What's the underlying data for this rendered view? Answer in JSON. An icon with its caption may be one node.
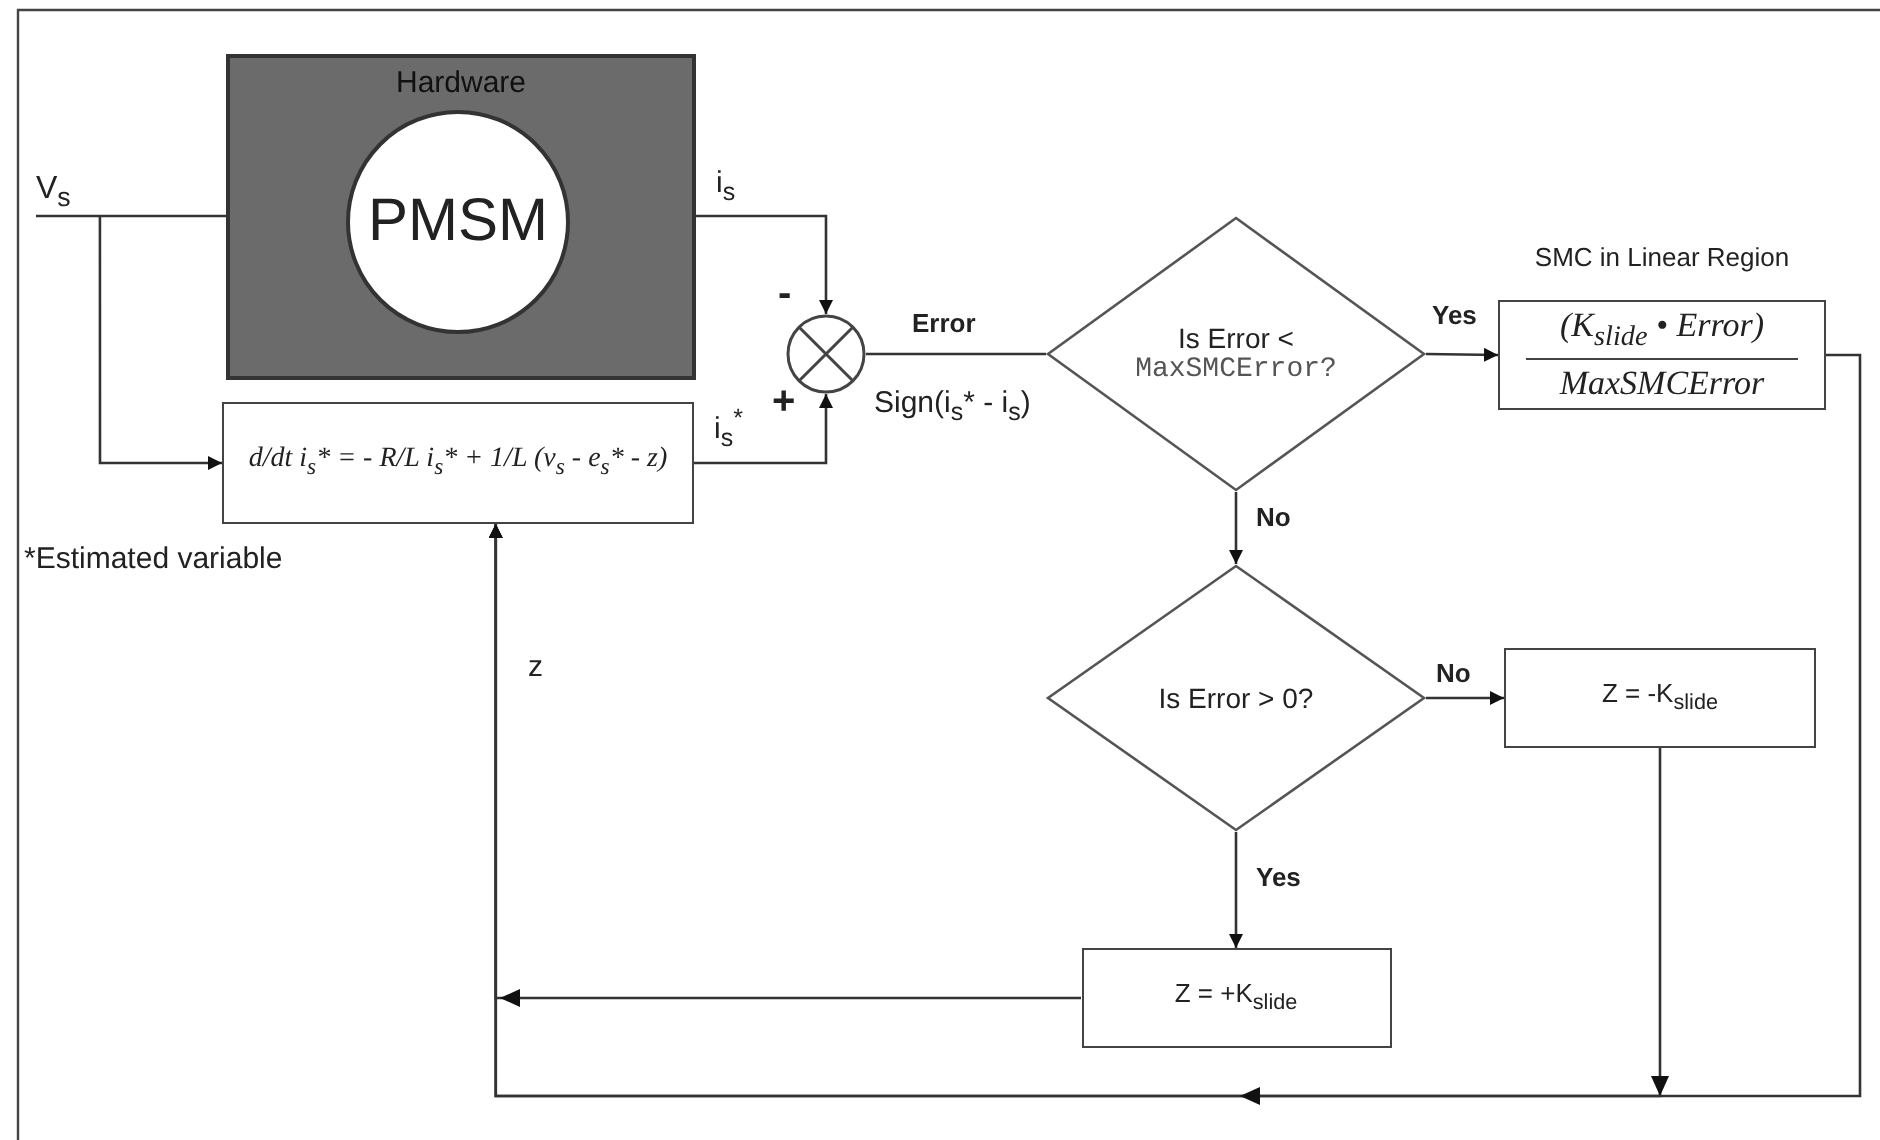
{
  "diagram": {
    "nodes": [
      {
        "text": [
          "V$_{s}$"
        ]
      },
      {
        "text": [
          "Hardware"
        ]
      },
      {
        "text": [
          "PMSM"
        ],
        "in": 1
      },
      {
        "text": [
          "d/dt i$_{s}$* = - R/L i$_{s}$* + 1/L (v$_{s}$ - e$_{s}$* - z)"
        ]
      },
      {
        "text": [],
        "shape": "circle",
        "beside": [
          "Sign(i$_{s}$* - i$_{s}$)"
        ]
      },
      {
        "text": [
          "Is Error <",
          "MaxSMCError?"
        ]
      },
      {
        "text": [
          "SMC in Linear Region",
          "(K$_{slide}$ • Error)",
          "MaxSMCError"
        ]
      },
      {
        "text": [
          "Is Error > 0?"
        ]
      },
      {
        "text": [
          "Z = -K$_{slide}$"
        ]
      },
      {
        "text": [
          "Z = +K$_{slide}$"
        ]
      }
    ],
    "edges": [
      {
        "from": 0,
        "to": 1,
        "arrow": "none"
      },
      {
        "from": 0,
        "to": 3,
        "arrow": "to"
      },
      {
        "from": 1,
        "to": 4,
        "arrow": "to",
        "label": "i$_{s}$"
      },
      {
        "from": 3,
        "to": 4,
        "arrow": "to",
        "label": "i$_{s}$$^{*}$"
      },
      {
        "from": 4,
        "to": 5,
        "arrow": "none",
        "label": "Error"
      },
      {
        "from": 5,
        "to": 6,
        "arrow": "to",
        "label": "Yes"
      },
      {
        "from": 5,
        "to": 7,
        "arrow": "to",
        "label": "No"
      },
      {
        "from": 7,
        "to": 8,
        "arrow": "to",
        "label": "No"
      },
      {
        "from": 7,
        "to": 9,
        "arrow": "to",
        "label": "Yes"
      },
      {
        "from": 9,
        "to": 3,
        "arrow": "to"
      },
      {
        "from": 6,
        "to": 3,
        "arrow": "to"
      },
      {
        "from": 8,
        "to": 3,
        "arrow": "to"
      }
    ],
    "labels": [
      "-",
      "+",
      "*Estimated variable",
      "z"
    ]
  }
}
